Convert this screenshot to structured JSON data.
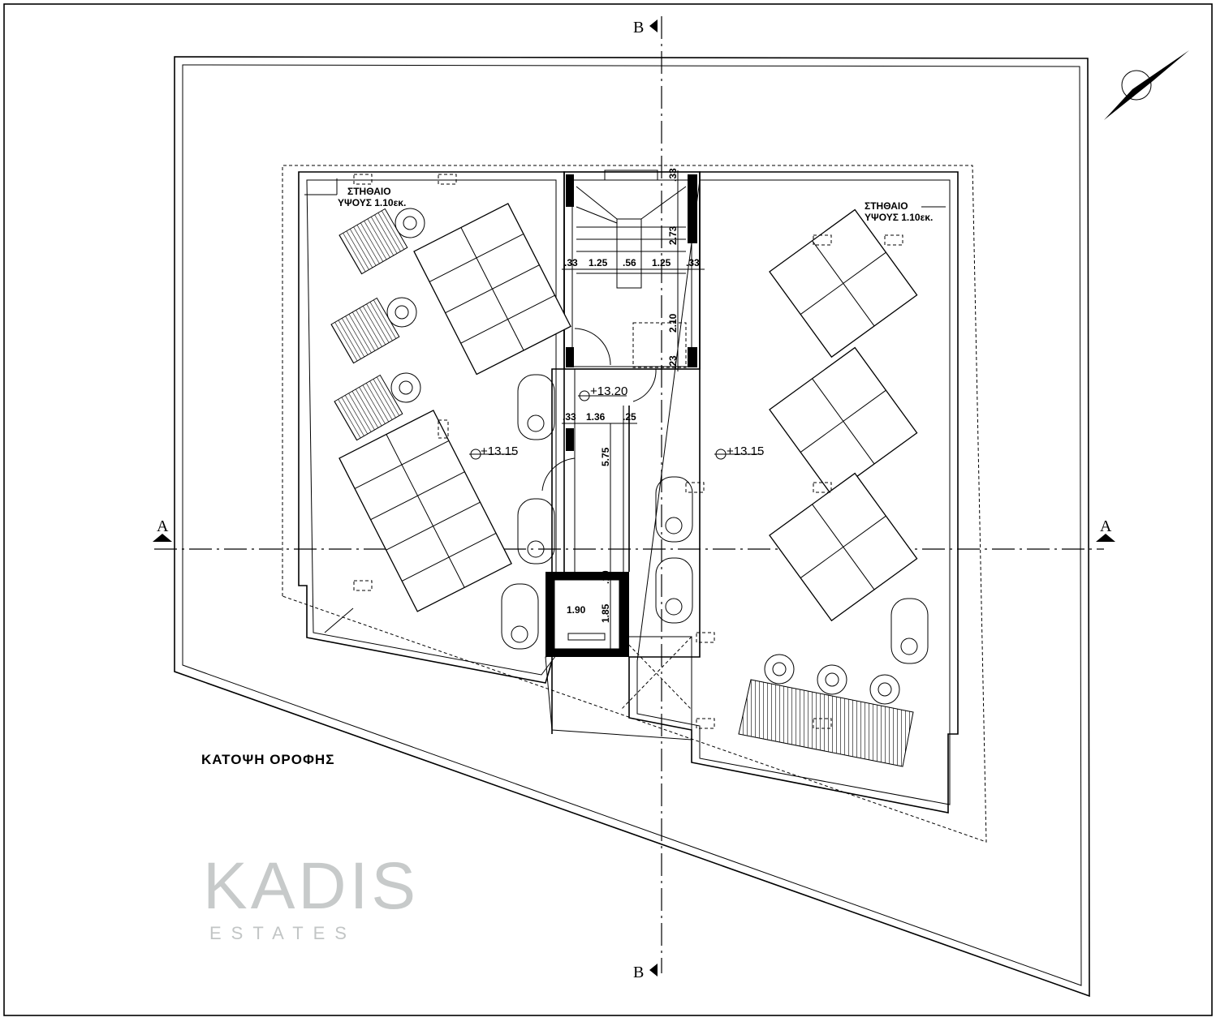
{
  "drawing": {
    "title": "ΚΑΤΟΨΗ ΟΡΟΦΗΣ",
    "parapet_left": {
      "line1": "ΣΤΗΘΑΙΟ",
      "line2": "ΥΨΟΥΣ 1.10εκ."
    },
    "parapet_right": {
      "line1": "ΣΤΗΘΑΙΟ",
      "line2": "ΥΨΟΥΣ 1.10εκ."
    },
    "section_marks": {
      "top": "B",
      "bottom": "B",
      "left": "A",
      "right": "A"
    },
    "levels": {
      "left_roof": "+13.15",
      "right_roof": "+13.15",
      "stair_core": "+13.20"
    },
    "dimensions": {
      "stair_h": [
        ".33",
        "1.25",
        ".56",
        "1.25",
        ".33"
      ],
      "stair_v": [
        ".33",
        "2.73",
        "2.10",
        ".23"
      ],
      "corridor_h": [
        ".33",
        "1.36",
        ".25"
      ],
      "corridor_v": "5.75",
      "lift_w": "1.90",
      "lift_d": "1.85",
      "lift_gap": ".10"
    },
    "watermark": {
      "main": "KADIS",
      "sub": "ESTATES"
    }
  }
}
